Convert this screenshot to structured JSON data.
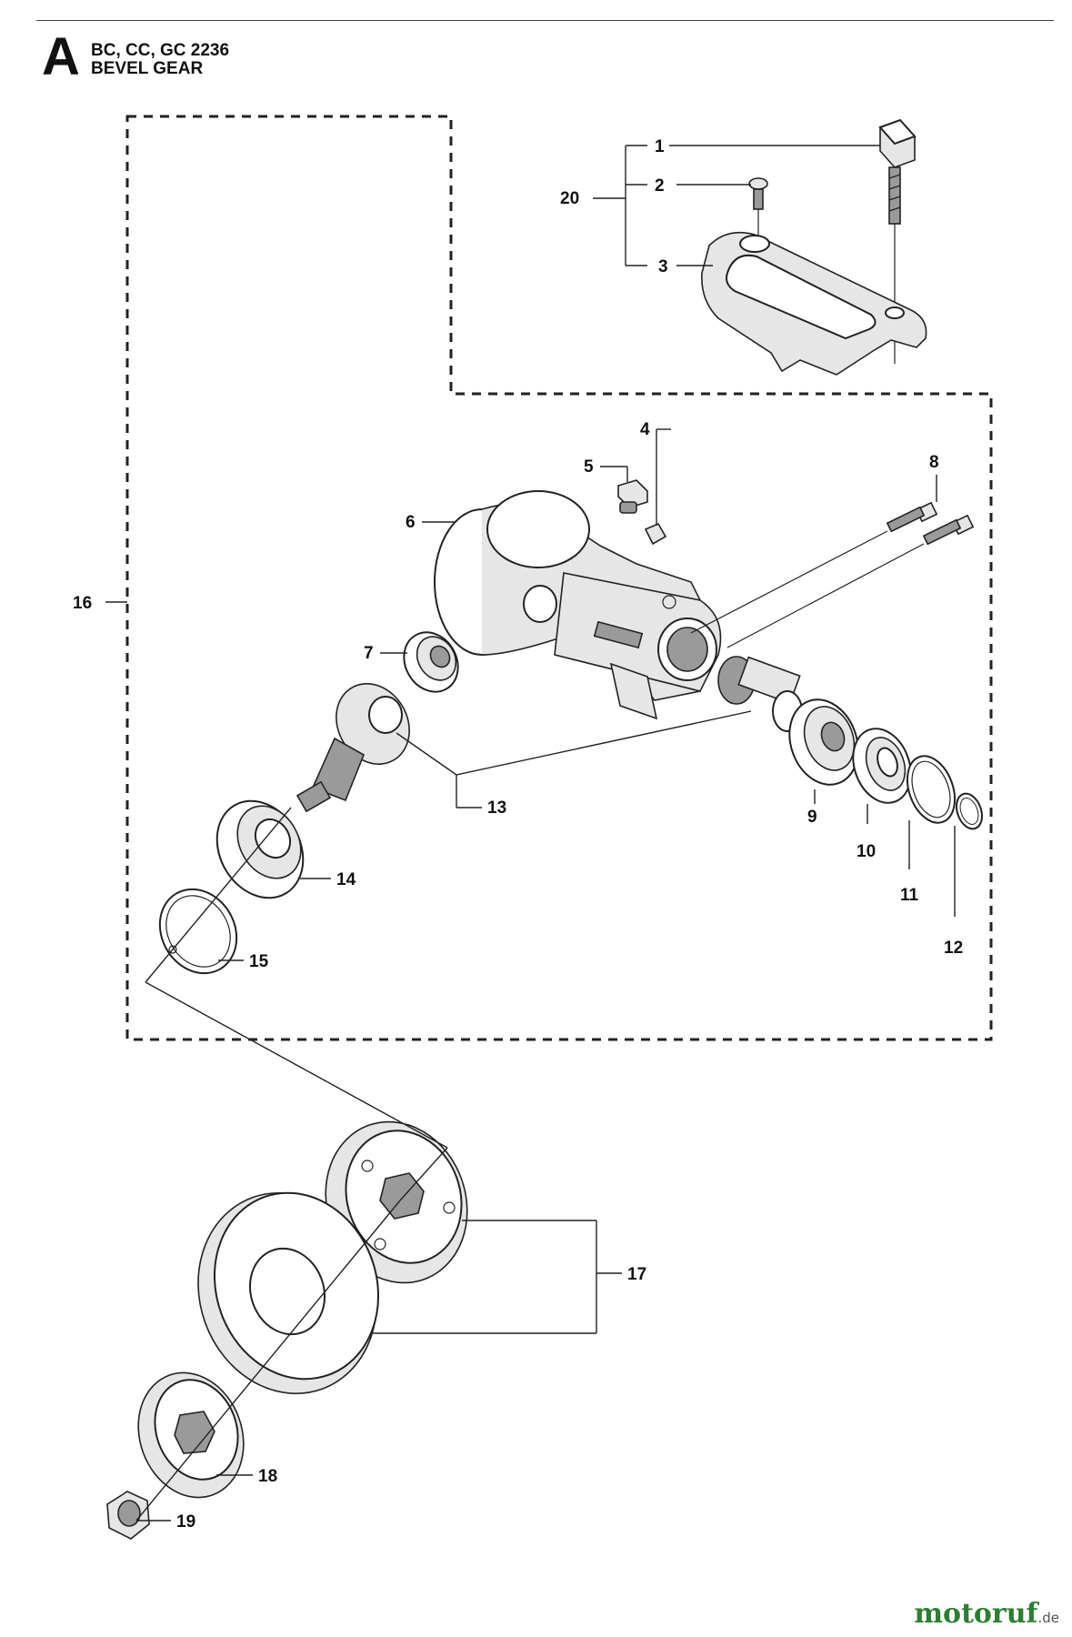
{
  "header": {
    "section_letter": "A",
    "models": "BC, CC, GC 2236",
    "title": "BEVEL GEAR"
  },
  "callouts": {
    "c1": "1",
    "c2": "2",
    "c3": "3",
    "c4": "4",
    "c5": "5",
    "c6": "6",
    "c7": "7",
    "c8": "8",
    "c9": "9",
    "c10": "10",
    "c11": "11",
    "c12": "12",
    "c13": "13",
    "c14": "14",
    "c15": "15",
    "c16": "16",
    "c17": "17",
    "c18": "18",
    "c19": "19",
    "c20": "20"
  },
  "watermark": {
    "name": "motoruf",
    "tld": ".de"
  }
}
